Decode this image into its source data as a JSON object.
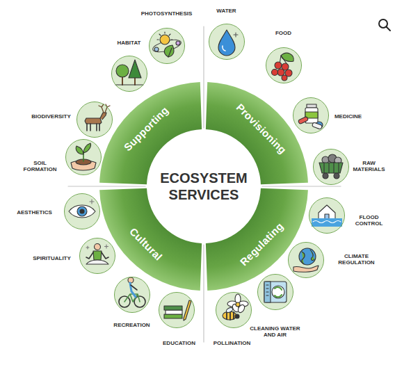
{
  "diagram": {
    "title": "ECOSYSTEM SERVICES",
    "nodes": [
      {
        "text": [
          "Supporting"
        ]
      },
      {
        "text": [
          "Provisioning"
        ]
      },
      {
        "text": [
          "Cultural"
        ]
      },
      {
        "text": [
          "Regulating"
        ]
      },
      {
        "text": [
          "PHOTOSYNTHESIS"
        ]
      },
      {
        "text": [
          "WATER"
        ]
      },
      {
        "text": [
          "FOOD"
        ]
      },
      {
        "text": [
          "MEDICINE"
        ]
      },
      {
        "text": [
          "RAW MATERIALS"
        ]
      },
      {
        "text": [
          "FLOOD CONTROL"
        ]
      },
      {
        "text": [
          "CLIMATE REGULATION"
        ]
      },
      {
        "text": [
          "CLEANING WATER AND AIR"
        ]
      },
      {
        "text": [
          "POLLINATION"
        ]
      },
      {
        "text": [
          "EDUCATION"
        ]
      },
      {
        "text": [
          "RECREATION"
        ]
      },
      {
        "text": [
          "SPIRITUALITY"
        ]
      },
      {
        "text": [
          "AESTHETICS"
        ]
      },
      {
        "text": [
          "SOIL FORMATION"
        ]
      },
      {
        "text": [
          "BIODIVERSITY"
        ]
      },
      {
        "text": [
          "HABITAT"
        ]
      }
    ]
  }
}
